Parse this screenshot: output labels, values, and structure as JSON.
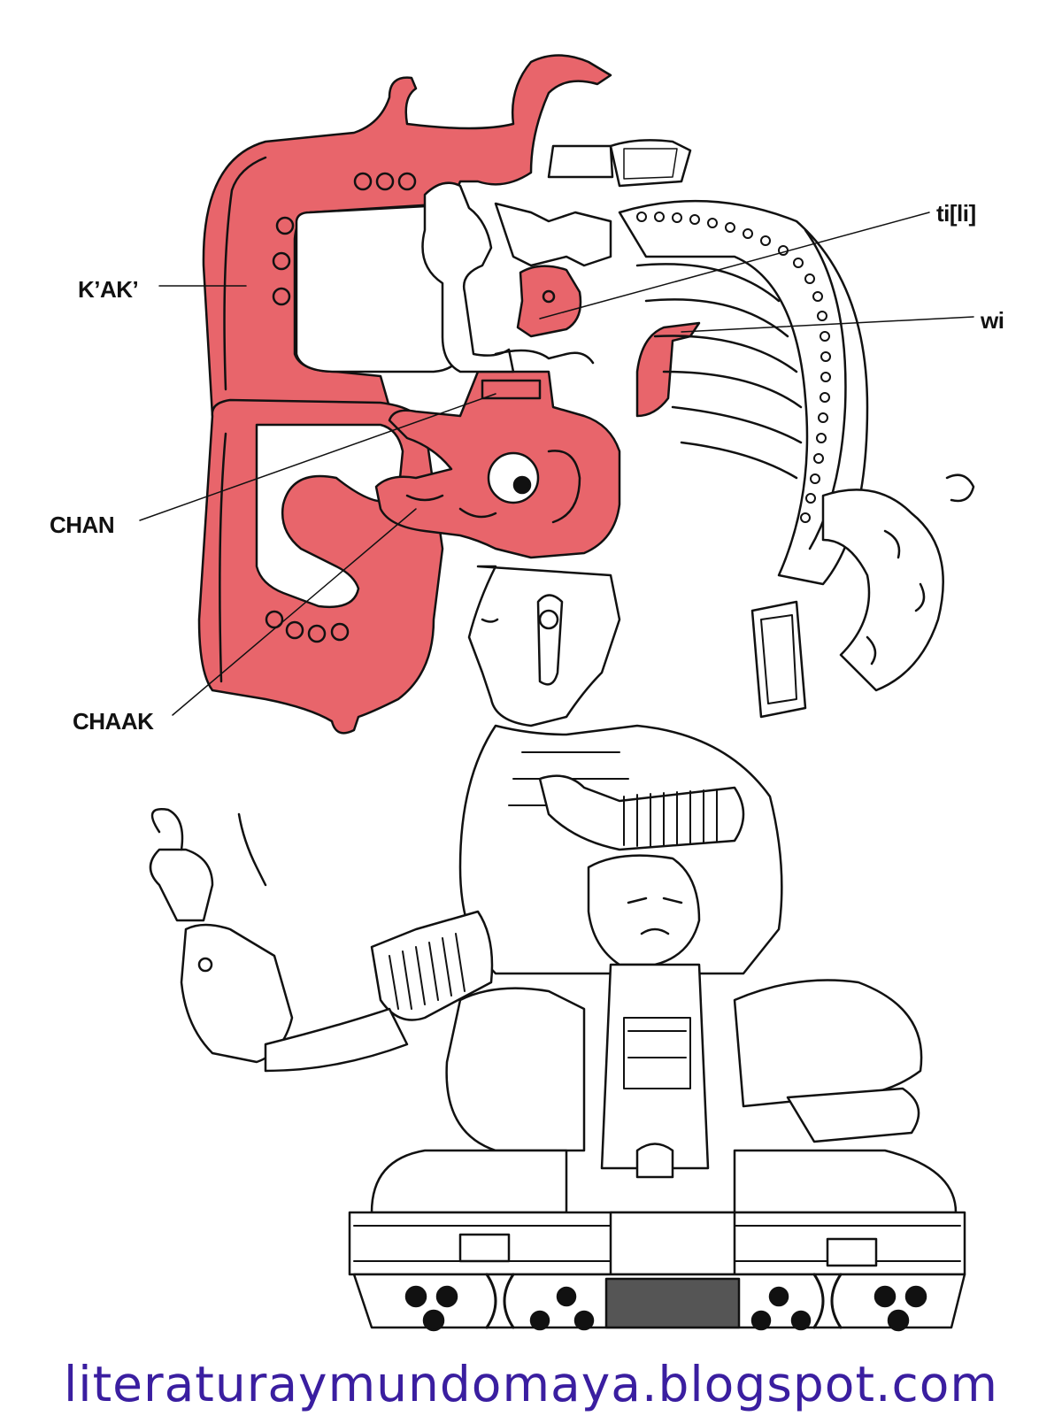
{
  "labels": {
    "kak": "K’AK’",
    "chan": "CHAN",
    "chaak": "CHAAK",
    "tili": "ti[li]",
    "wi": "wi"
  },
  "footer": {
    "url": "literaturaymundomaya.blogspot.com"
  },
  "colors": {
    "headdress_red": "#e8656b",
    "ink": "#111111",
    "footer_text": "#3a1ea0",
    "background": "#ffffff"
  }
}
